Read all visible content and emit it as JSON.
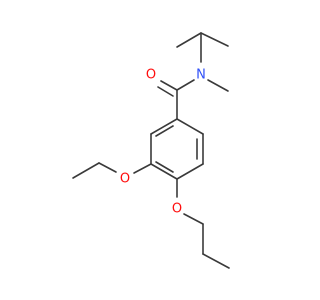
{
  "molecule": {
    "atoms": {
      "O_carbonyl": {
        "symbol": "O",
        "color": "#ff0d0d"
      },
      "N_amide": {
        "symbol": "N",
        "color": "#3050f8"
      },
      "O_ethoxy": {
        "symbol": "O",
        "color": "#ff0d0d"
      },
      "O_propoxy": {
        "symbol": "O",
        "color": "#ff0d0d"
      }
    },
    "bond_color": "#3a3a3a"
  }
}
